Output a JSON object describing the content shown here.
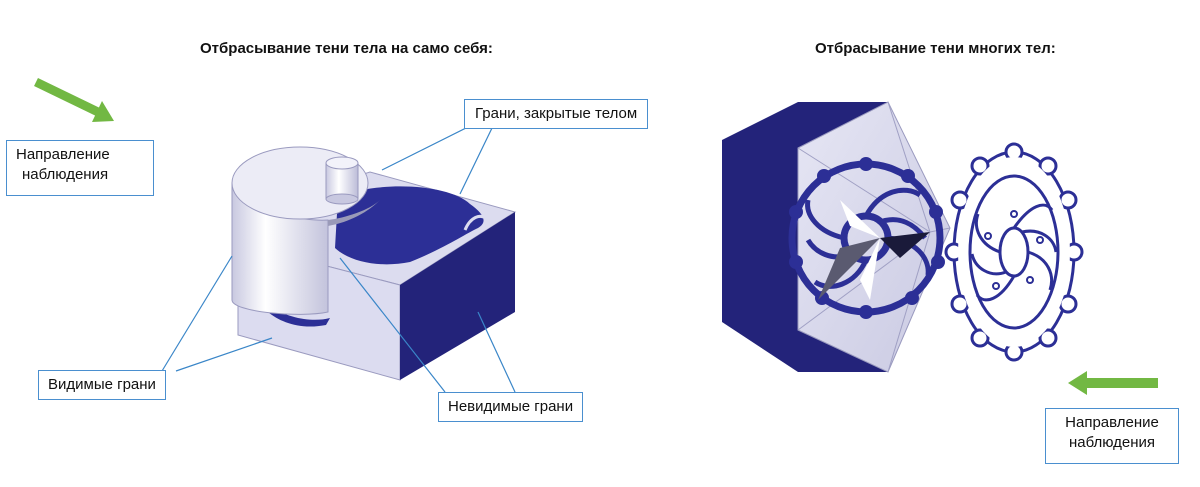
{
  "titles": {
    "self_shadow": "Отбрасывание тени тела на само себя:",
    "multi_body": "Отбрасывание тени многих тел:"
  },
  "labels": {
    "view_direction_left_line1": "Направление",
    "view_direction_left_line2": "наблюдения",
    "view_direction_right_line1": "Направление",
    "view_direction_right_line2": "наблюдения",
    "faces_hidden_by_body": "Грани, закрытые телом",
    "visible_faces": "Видимые грани",
    "invisible_faces": "Невидимые грани"
  },
  "colors": {
    "arrow": "#72b843",
    "label_border": "#4a8fcf",
    "shadow_blue": "#2c2f96",
    "dark_navy": "#23237a",
    "light_face": "#dcdcf0",
    "leader_line": "#3a86c8"
  }
}
